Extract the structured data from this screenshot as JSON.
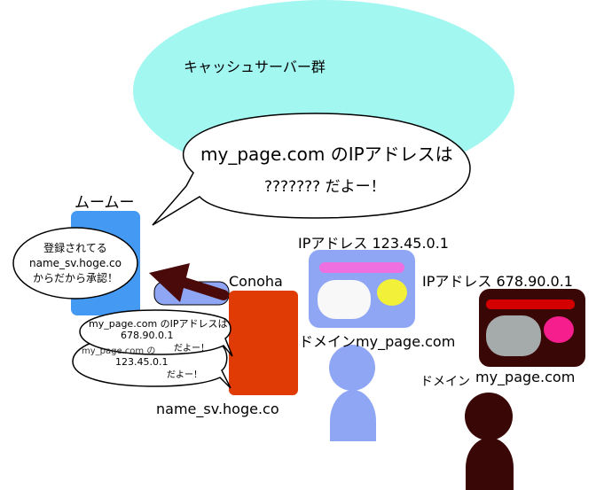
{
  "cache": {
    "label": "キャッシュサーバー群"
  },
  "cache_bubble": {
    "line1": "my_page.com のIPアドレスは",
    "line2": "??????? だよー！"
  },
  "mumu": {
    "name": "ムームー",
    "bubble_line1": "登録されてる",
    "bubble_line2": "name_sv.hoge.co",
    "bubble_line3": "からだから承認！"
  },
  "conoha": {
    "name": "Conoha",
    "ns_name": "name_sv.hoge.co",
    "bubble_top_line1": "my_page.com のIPアドレスは",
    "bubble_top_line2": "678.90.0.1",
    "bubble_top_line3": "だよー！",
    "bubble_back_line1": "my_page.com の",
    "bubble_back_line2": "123.45.0.1",
    "bubble_back_line3": "だよー！"
  },
  "server_a": {
    "ip_label": "IPアドレス 123.45.0.1",
    "domain_prefix": "ドメイン",
    "domain": "my_page.com",
    "colors": {
      "body": "#8fa6f5",
      "bar": "#f06fe0",
      "pill": "#f8f8f8",
      "dot": "#f3f03a"
    }
  },
  "server_b": {
    "ip_label": "IPアドレス  678.90.0.1",
    "domain_prefix": "ドメイン",
    "domain": "my_page.com",
    "colors": {
      "body": "#3a0707",
      "bar": "#d40000",
      "pill": "#a5aaaa",
      "dot": "#f51e8c"
    }
  },
  "colors": {
    "cache_cloud": "#a3f7f1",
    "mumu_box": "#4499f3",
    "conoha_box": "#e03a05",
    "arrow": "#4a0a0a",
    "person_a": "#8fa6f5",
    "person_b": "#3a0707"
  }
}
